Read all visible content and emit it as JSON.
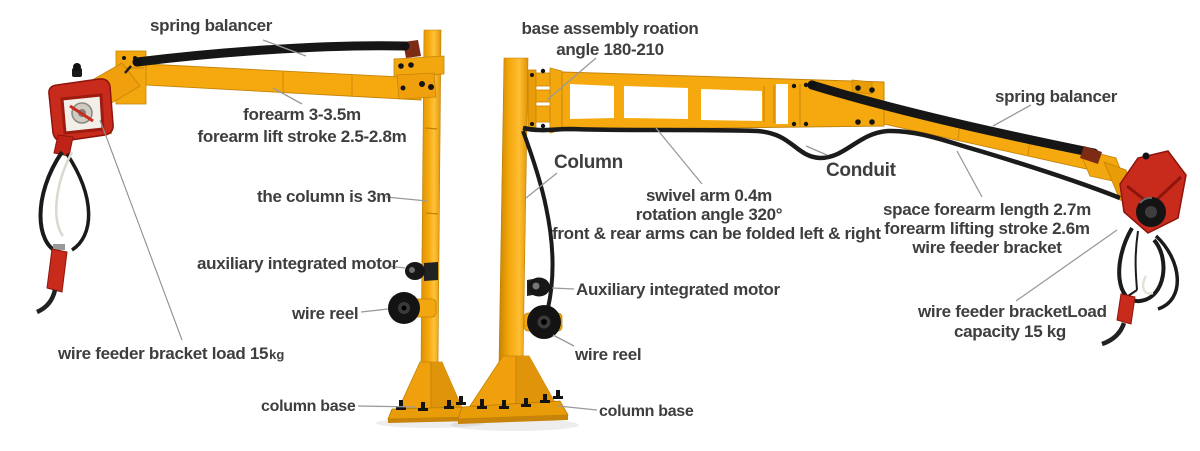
{
  "colors": {
    "crane_yellow": "#F3A70E",
    "crane_yellow_dark": "#DD9004",
    "feeder_red": "#C82A1B",
    "hardware_black": "#1A1A1A",
    "label_text": "#3E3E3E",
    "leader_line": "#9A9A9A",
    "background": "#FFFFFF"
  },
  "left_crane": {
    "labels": {
      "spring_balancer": "spring balancer",
      "forearm_l1": "forearm 3-3.5m",
      "forearm_l2": "forearm lift stroke 2.5-2.8m",
      "column": "the column is 3m",
      "aux_motor": "auxiliary integrated motor",
      "wire_reel": "wire reel",
      "feeder_load": "wire feeder bracket load 15",
      "feeder_load_unit": "kg",
      "column_base": "column base"
    }
  },
  "right_crane": {
    "labels": {
      "base_rotation_l1": "base assembly roation",
      "base_rotation_l2": "angle 180-210",
      "column": "Column",
      "swivel_l1": "swivel arm 0.4m",
      "swivel_l2": "rotation angle 320°",
      "swivel_l3": "front & rear arms can be folded left & right",
      "conduit": "Conduit",
      "spring_balancer": "spring balancer",
      "space_l1": "space forearm length 2.7m",
      "space_l2": "forearm lifting stroke 2.6m",
      "space_l3": "wire feeder bracket",
      "aux_motor": "Auxiliary integrated motor",
      "wire_reel": "wire reel",
      "load_l1": "wire feeder bracketLoad",
      "load_l2": "capacity 15 kg",
      "column_base": "column base"
    }
  }
}
